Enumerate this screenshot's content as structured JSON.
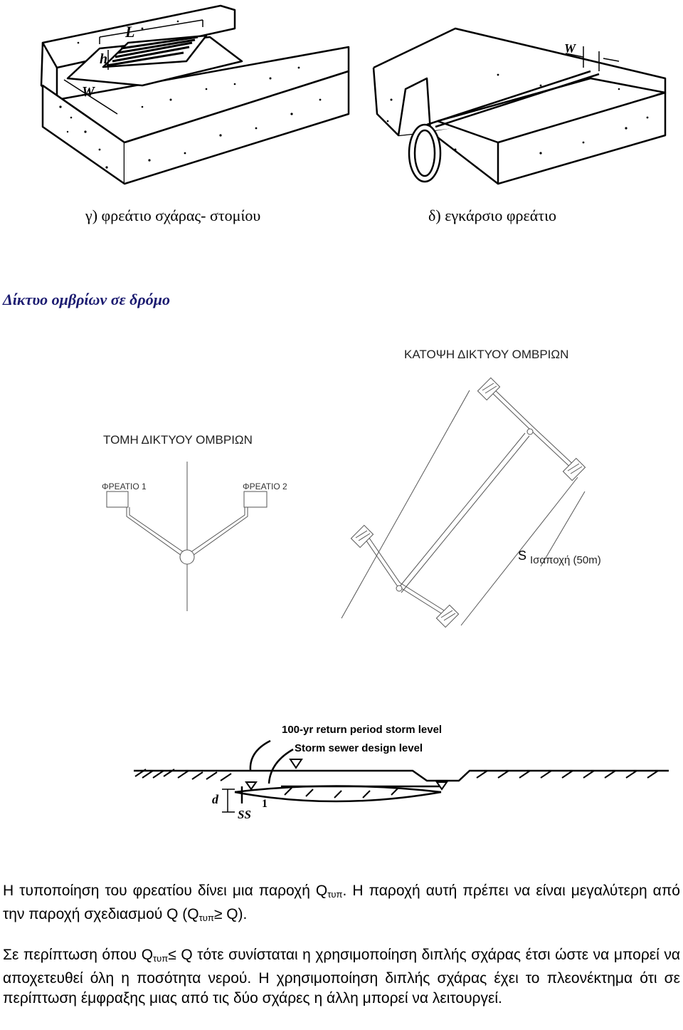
{
  "figures_top": {
    "left": {
      "caption": "γ) φρεάτιο σχάρας- στομίου",
      "labels": {
        "l": "L",
        "h": "h",
        "w": "W"
      }
    },
    "right": {
      "caption": "δ) εγκάρσιο φρεάτιο",
      "labels": {
        "w": "W"
      }
    }
  },
  "section_heading": "Δίκτυο ομβρίων σε δρόμο",
  "plan": {
    "title": "ΚΑΤΟΨΗ ΔΙΚΤΥΟΥ ΟΜΒΡΙΩΝ",
    "s_label": "S",
    "spacing_label": "Ισαποχή (50m)"
  },
  "section_view": {
    "title": "ΤΟΜΗ ΔΙΚΤΥΟΥ ΟΜΒΡΙΩΝ",
    "inlet1": "ΦΡΕΑΤΙΟ 1",
    "inlet2": "ΦΡΕΑΤΙΟ 2"
  },
  "profile": {
    "label_storm": "100-yr return period storm level",
    "label_design": "Storm sewer design level",
    "label_d": "d",
    "label_one": "1",
    "label_ss": "SS"
  },
  "paragraph1": {
    "a": "Η τυποποίηση του φρεατίου δίνει μια παροχή Q",
    "sub1": "τυπ",
    "b": ". Η παροχή αυτή πρέπει να είναι μεγαλύτερη από την παροχή σχεδιασμού Q (Q",
    "sub2": "τυπ",
    "c": "≥ Q)."
  },
  "paragraph2": {
    "a": "Σε περίπτωση όπου Q",
    "sub1": "τυπ",
    "b": "≤ Q τότε συνίσταται η χρησιμοποίηση διπλής σχάρας έτσι ώστε να μπορεί να αποχετευθεί όλη η ποσότητα νερού. Η χρησιμοποίηση διπλής σχάρας έχει το πλεονέκτημα ότι σε περίπτωση έμφραξης μιας από τις δύο σχάρες η άλλη μπορεί να λειτουργεί."
  }
}
